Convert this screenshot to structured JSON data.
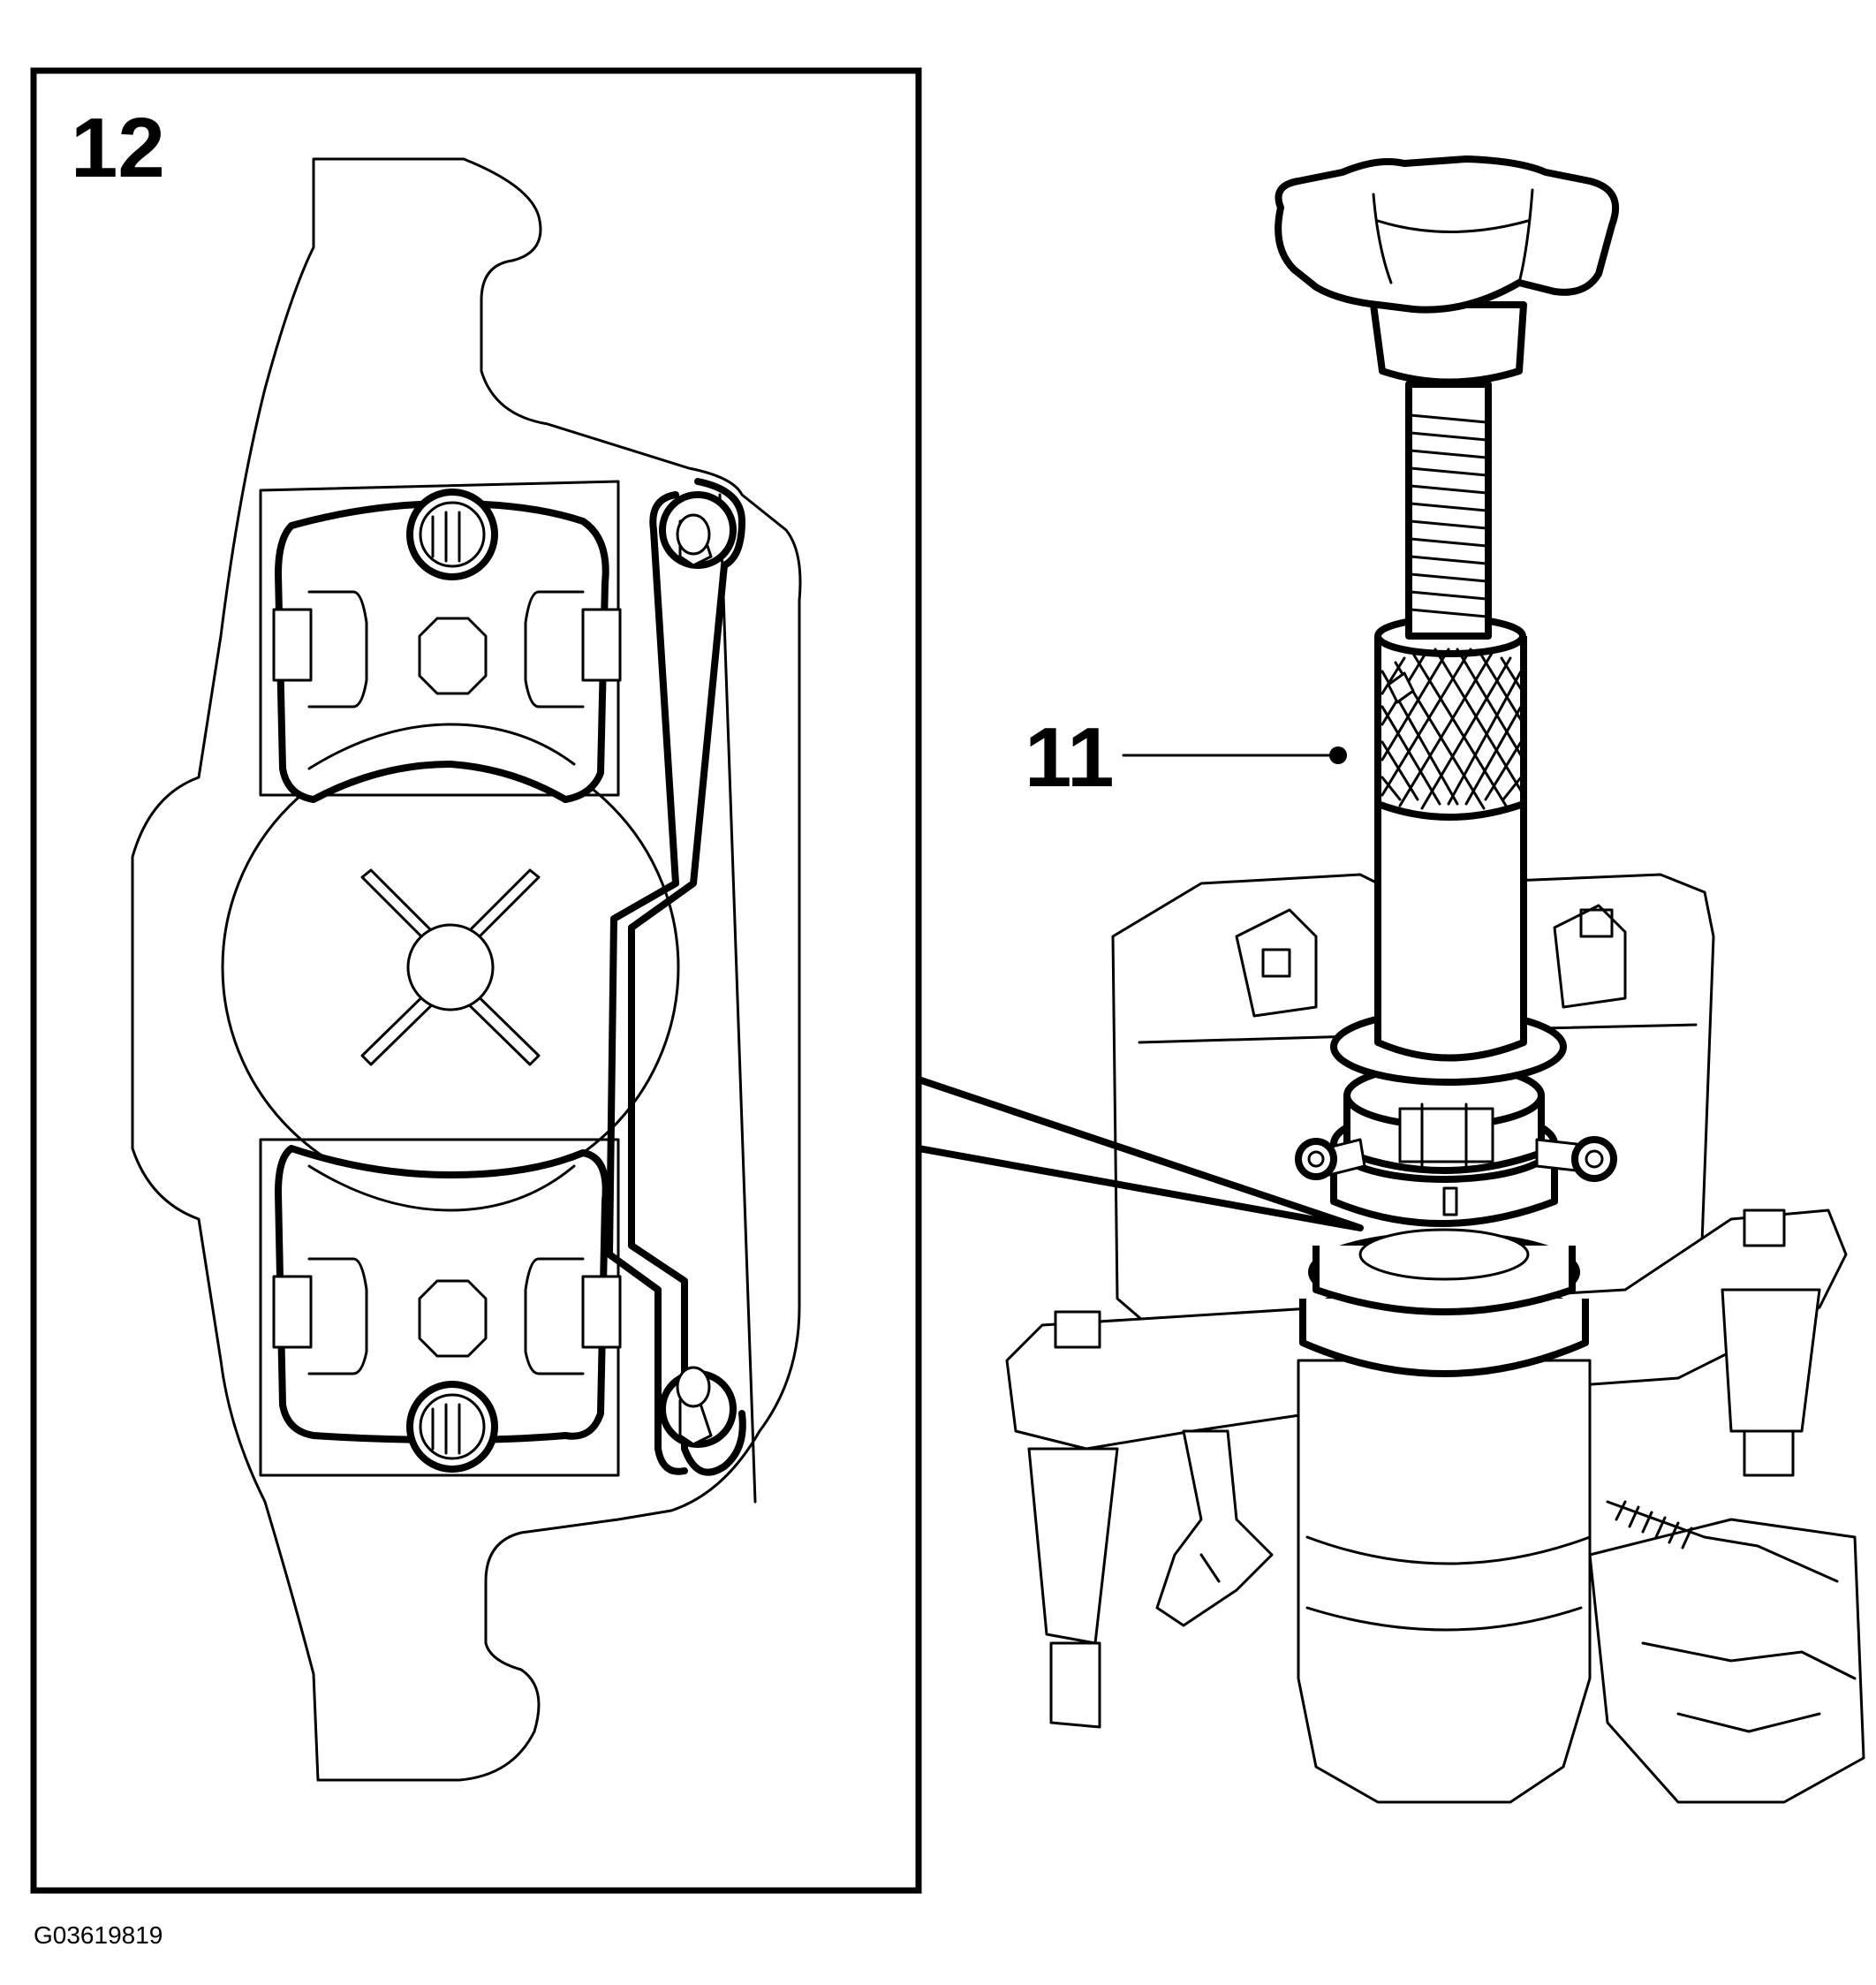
{
  "labels": {
    "detail_number": "12",
    "callout_number": "11",
    "figure_id": "G03619819"
  },
  "colors": {
    "ink": "#000000",
    "paper": "#ffffff"
  }
}
